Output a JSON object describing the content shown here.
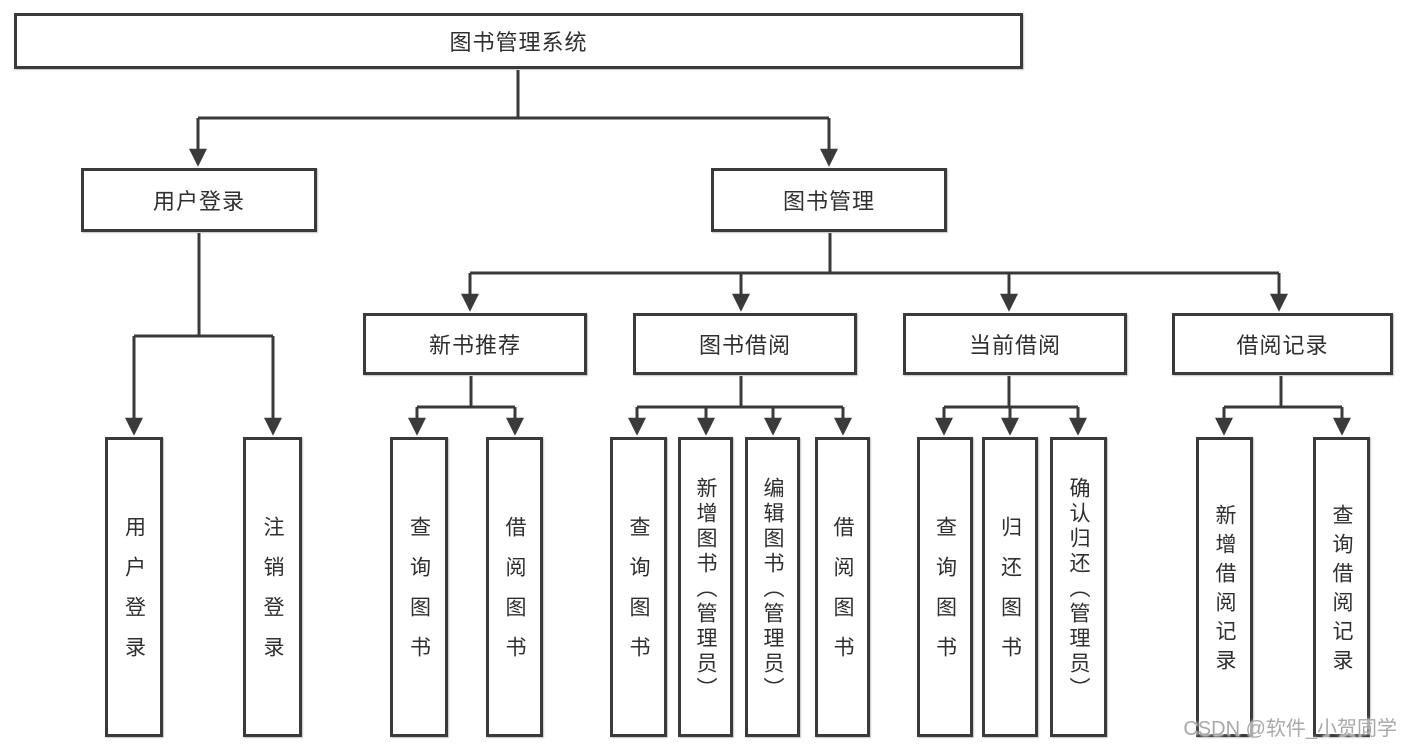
{
  "diagram": {
    "root": {
      "label": "图书管理系统"
    },
    "level2": [
      {
        "label": "用户登录"
      },
      {
        "label": "图书管理"
      }
    ],
    "level3": [
      {
        "label": "新书推荐"
      },
      {
        "label": "图书借阅"
      },
      {
        "label": "当前借阅"
      },
      {
        "label": "借阅记录"
      }
    ],
    "leaves": [
      {
        "label": "用户登录"
      },
      {
        "label": "注销登录"
      },
      {
        "label": "查询图书"
      },
      {
        "label": "借阅图书"
      },
      {
        "label": "查询图书"
      },
      {
        "label": "新增图书（管理员）"
      },
      {
        "label": "编辑图书（管理员）"
      },
      {
        "label": "借阅图书"
      },
      {
        "label": "查询图书"
      },
      {
        "label": "归还图书"
      },
      {
        "label": "确认归还（管理员）"
      },
      {
        "label": "新增借阅记录"
      },
      {
        "label": "查询借阅记录"
      }
    ],
    "watermark": "CSDN @软件_小贺同学",
    "colors": {
      "line": "#3a3a3a",
      "text": "#2f2f2f",
      "watermark": "#a9a9a9",
      "background": "#ffffff"
    }
  }
}
